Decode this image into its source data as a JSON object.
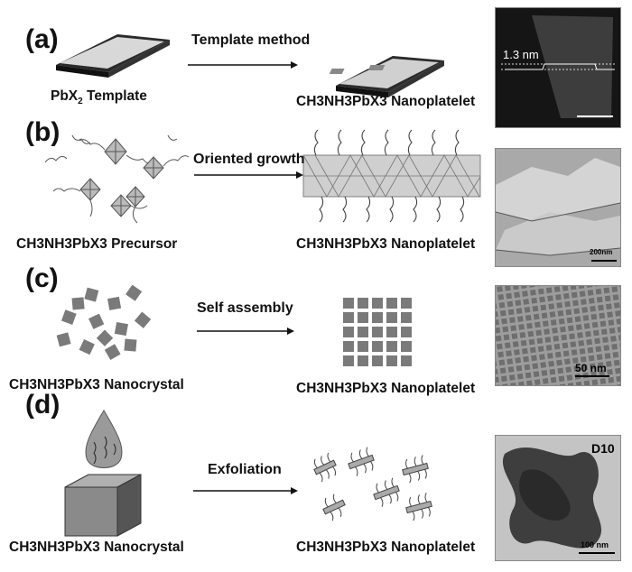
{
  "panels": [
    {
      "label": "(a)",
      "method": "Template method",
      "left_caption": {
        "prefix": "PbX",
        "sub1": "2",
        "suffix": " Template"
      },
      "right_caption": {
        "text": "CH3NH3PbX3 Nanoplatelet"
      },
      "micrograph_annotation": "1.3 nm"
    },
    {
      "label": "(b)",
      "method": "Oriented growth",
      "left_caption": {
        "text": "CH3NH3PbX3 Precursor"
      },
      "right_caption": {
        "text": "CH3NH3PbX3 Nanoplatelet"
      },
      "micrograph_annotation": "200nm"
    },
    {
      "label": "(c)",
      "method": "Self assembly",
      "left_caption": {
        "text": "CH3NH3PbX3 Nanocrystal"
      },
      "right_caption": {
        "text": "CH3NH3PbX3 Nanoplatelet"
      },
      "micrograph_annotation": "50 nm"
    },
    {
      "label": "(d)",
      "method": "Exfoliation",
      "left_caption": {
        "text": "CH3NH3PbX3 Nanocrystal"
      },
      "right_caption": {
        "text": "CH3NH3PbX3 Nanoplatelet"
      },
      "micrograph_annotation": "100 nm",
      "micrograph_label": "D10"
    }
  ],
  "colors": {
    "arrow": "#111111",
    "molecule": "#666666",
    "square": "#7a7a7a"
  }
}
